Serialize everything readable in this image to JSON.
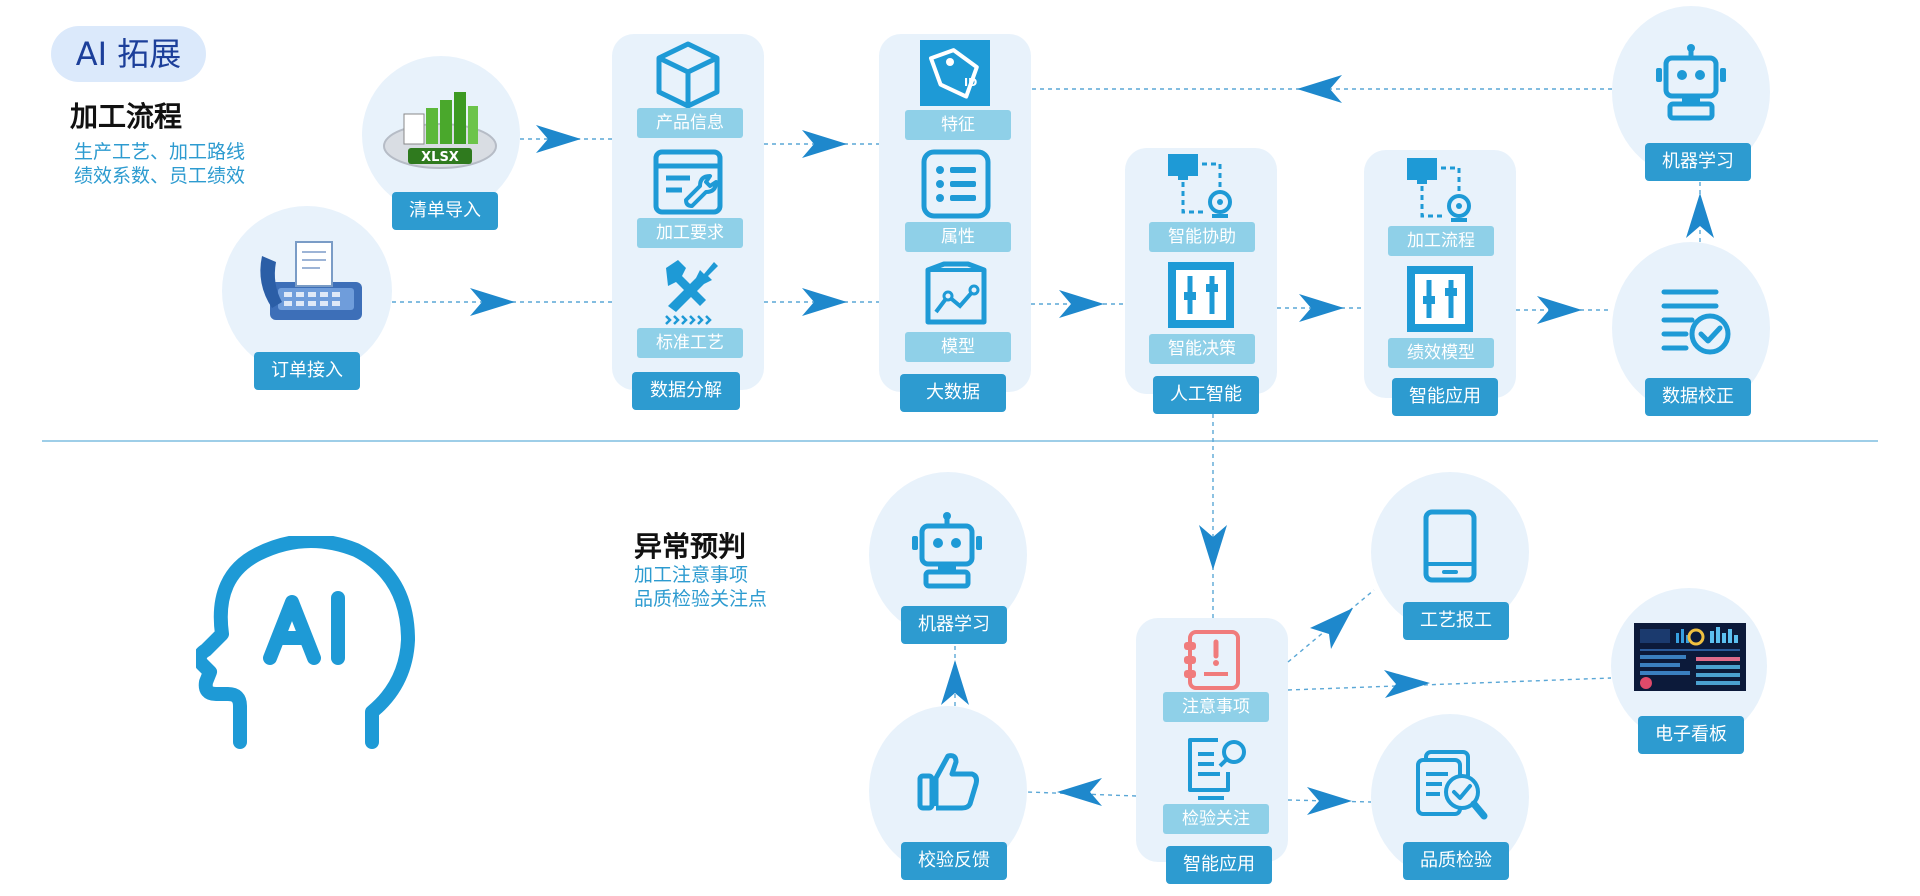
{
  "badge": "AI 拓展",
  "section_process": {
    "title": "加工流程",
    "sub_line1": "生产工艺、加工路线",
    "sub_line2": "绩效系数、员工绩效"
  },
  "section_exception": {
    "title": "异常预判",
    "sub_line1": "加工注意事项",
    "sub_line2": "品质检验关注点"
  },
  "nodes": {
    "order_intake": "订单接入",
    "list_import": "清单导入",
    "xlsx_label": "XLSX",
    "product_info": "产品信息",
    "process_req": "加工要求",
    "std_process": "标准工艺",
    "data_decomp": "数据分解",
    "feature": "特征",
    "attribute": "属性",
    "model": "模型",
    "big_data": "大数据",
    "smart_collab": "智能协助",
    "smart_decision": "智能决策",
    "ai": "人工智能",
    "proc_flow": "加工流程",
    "perf_model": "绩效模型",
    "smart_app_top": "智能应用",
    "machine_learning_top": "机器学习",
    "data_correction": "数据校正",
    "machine_learning_bottom": "机器学习",
    "check_feedback": "校验反馈",
    "attention_items": "注意事项",
    "inspection_focus": "检验关注",
    "smart_app_bottom": "智能应用",
    "process_report": "工艺报工",
    "e_board": "电子看板",
    "quality_check": "品质检验"
  },
  "colors": {
    "primary": "#2d9bd0",
    "label_light": "#8fd0e8",
    "icon_blue": "#1e9ad6",
    "bg_shape": "#e8f2fb",
    "badge_bg": "#dbe9fb",
    "badge_text": "#1c3f9a",
    "alert_red": "#f07c7c"
  }
}
